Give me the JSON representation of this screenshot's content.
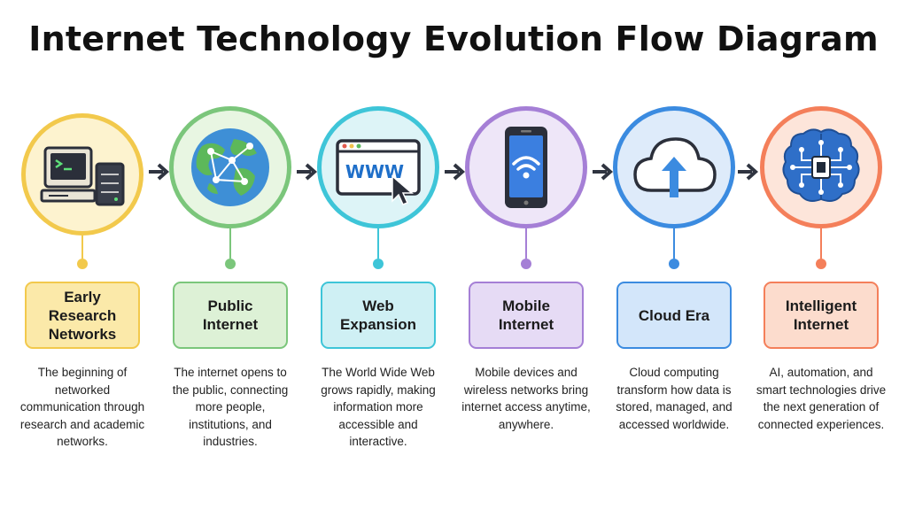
{
  "title": "Internet Technology Evolution Flow Diagram",
  "stages": [
    {
      "label": "Early Research Networks",
      "description": "The beginning of networked communication through research and academic networks.",
      "icon": "computer-server-icon",
      "color": "#F2C94C",
      "fill": "#FBE9A9"
    },
    {
      "label": "Public Internet",
      "description": "The internet opens to the public, connecting more people, institutions, and industries.",
      "icon": "globe-network-icon",
      "color": "#7BC67B",
      "fill": "#DDF1D6"
    },
    {
      "label": "Web Expansion",
      "description": "The World Wide Web grows rapidly, making information more accessible and interactive.",
      "icon": "browser-www-icon",
      "color": "#3EC5D8",
      "fill": "#CFF0F4"
    },
    {
      "label": "Mobile Internet",
      "description": "Mobile devices and wireless networks bring internet access anytime, anywhere.",
      "icon": "smartphone-wifi-icon",
      "color": "#A57FD6",
      "fill": "#E6DBF5"
    },
    {
      "label": "Cloud Era",
      "description": "Cloud computing transform how data is stored, managed, and accessed worldwide.",
      "icon": "cloud-upload-icon",
      "color": "#3B8BE0",
      "fill": "#D3E6FA"
    },
    {
      "label": "Intelligent Internet",
      "description": "AI, automation, and smart technologies drive the next generation of connected experiences.",
      "icon": "ai-brain-chip-icon",
      "color": "#F47F5A",
      "fill": "#FCDCCD"
    }
  ]
}
